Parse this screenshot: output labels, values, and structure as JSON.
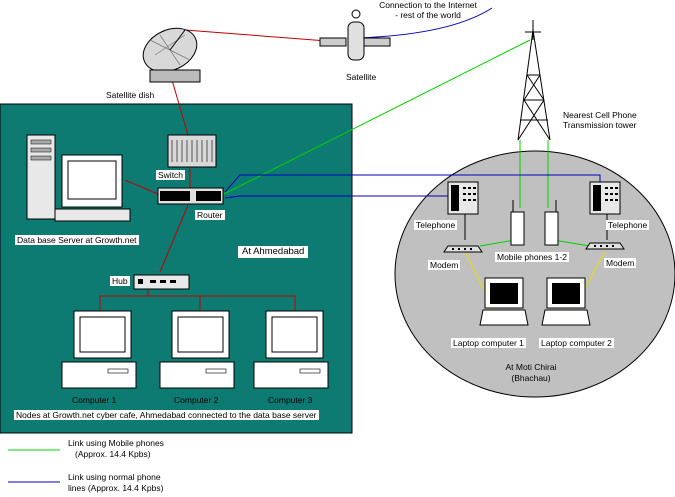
{
  "labels": {
    "internet": "Connection to the Internet - rest of the world",
    "satellite": "Satellite",
    "satellite_dish": "Satellite dish",
    "cell_tower": "Nearest Cell Phone Transmission tower",
    "switch": "Switch",
    "router": "Router",
    "db_server": "Data base Server at Growth.net",
    "ahmedabad": "At Ahmedabad",
    "hub": "Hub",
    "computer1": "Computer 1",
    "computer2": "Computer 2",
    "computer3": "Computer 3",
    "nodes_caption": "Nodes at Growth.net cyber cafe, Ahmedabad connected to the data base server",
    "telephone_left": "Telephone",
    "telephone_right": "Telephone",
    "modem_left": "Modem",
    "modem_right": "Modem",
    "mobile_phones": "Mobile phones 1-2",
    "laptop1": "Laptop computer 1",
    "laptop2": "Laptop computer 2",
    "moti_chirai": "At Moti Chirai",
    "bhachau": "(Bhachau)"
  },
  "legend": {
    "mobile_link": "Link using Mobile phones",
    "mobile_speed": "(Approx. 14.4 Kpbs)",
    "phone_link": "Link using normal phone",
    "phone_speed": "lines (Approx. 14.4 Kpbs)"
  },
  "colors": {
    "lan_panel": "#0e7b73",
    "remote_site": "#c0c0c0",
    "mobile_link": "#00d000",
    "phone_link": "#0000c0",
    "lan_wire": "#c00000",
    "laptop_wire": "#e0e000"
  }
}
